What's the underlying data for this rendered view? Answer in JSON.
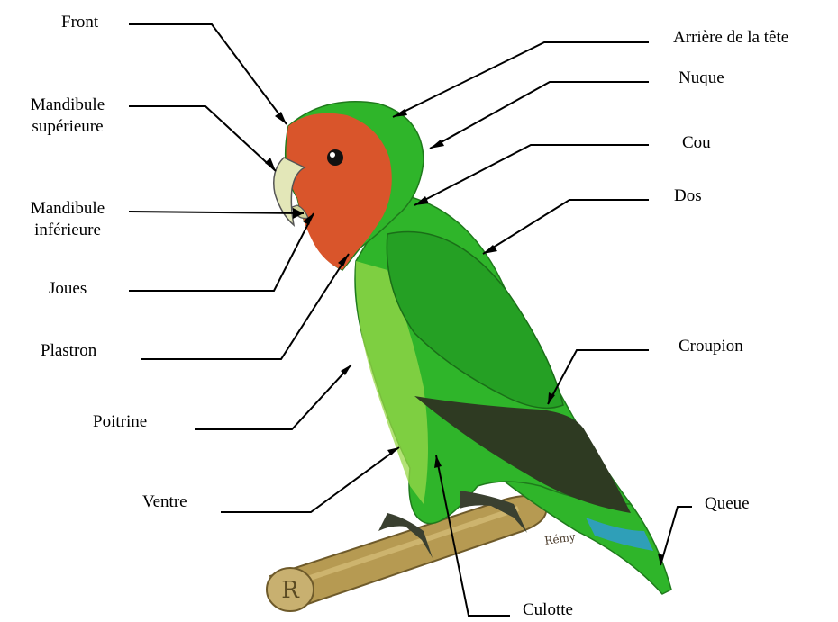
{
  "labels": {
    "front": "Front",
    "mandibule_sup_1": "Mandibule",
    "mandibule_sup_2": "supérieure",
    "mandibule_inf_1": "Mandibule",
    "mandibule_inf_2": "inférieure",
    "joues": "Joues",
    "plastron": "Plastron",
    "poitrine": "Poitrine",
    "ventre": "Ventre",
    "arriere_tete": "Arrière de la tête",
    "nuque": "Nuque",
    "cou": "Cou",
    "dos": "Dos",
    "croupion": "Croupion",
    "queue": "Queue",
    "culotte": "Culotte"
  },
  "signature": "Rémy",
  "perch_mark": "R",
  "colors": {
    "body_green": "#2fb52a",
    "light_green": "#9ad84a",
    "face_orange": "#d9552b",
    "wing_dark": "#2e3a22",
    "tail_blue": "#2f9fb8",
    "perch": "#b69a52"
  }
}
